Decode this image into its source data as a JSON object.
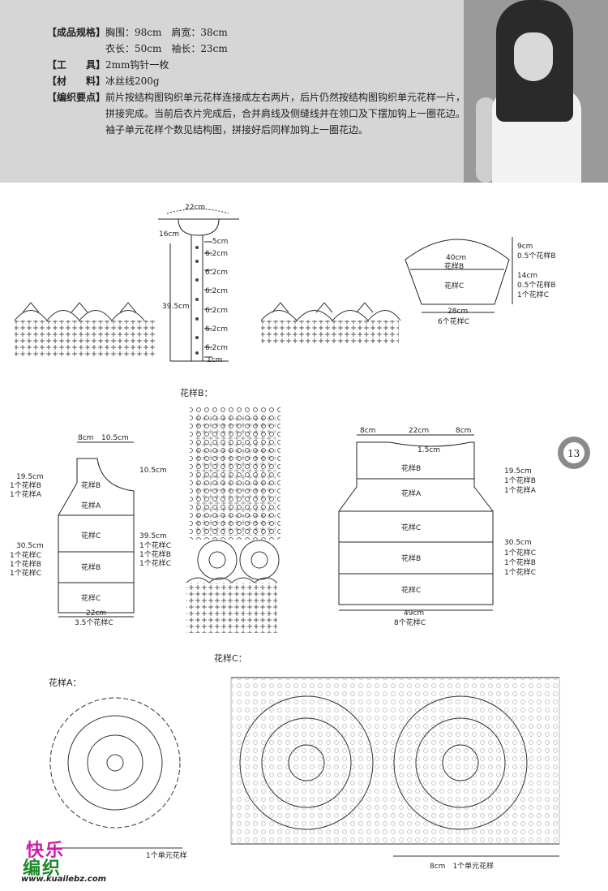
{
  "specs": {
    "size_label": "【成品规格】",
    "size_line1": "胸围：98cm　肩宽：38cm",
    "size_line2": "衣长：50cm　袖长：23cm",
    "tool_label": "【工　　具】",
    "tool_value": "2mm钩针一枚",
    "material_label": "【材　　料】",
    "material_value": "冰丝线200g",
    "notes_label": "【编织要点】",
    "notes_value": "前片按结构图钩织单元花样连接成左右两片，后片仍然按结构图钩织单元花样一片，拼接完成。当前后衣片完成后，合并肩线及侧缝线并在领口及下摆加钩上一圈花边。袖子单元花样个数见结构图，拼接好后同样加钩上一圈花边。"
  },
  "neck_diagram": {
    "top": "22cm",
    "depth": "16cm",
    "d1": "5cm",
    "d2": "6.2cm",
    "d3": "6.2cm",
    "d4": "6.2cm",
    "d5": "6.2cm",
    "d6": "6.2cm",
    "d7": "6.2cm",
    "d8": "1cm",
    "total": "39.5cm"
  },
  "sleeve": {
    "top": "9cm",
    "top_units": "0.5个花样B",
    "mid": "14cm",
    "mid_units1": "0.5个花样B",
    "mid_units2": "1个花样C",
    "width": "40cm",
    "row_b": "花样B",
    "row_c": "花样C",
    "bottom": "28cm",
    "bottom_units": "6个花样C"
  },
  "pattern_b_title": "花样B：",
  "pattern_c_title": "花样C：",
  "pattern_a_title": "花样A：",
  "front": {
    "shoulder": "8cm",
    "neck": "10.5cm",
    "neck_drop": "10.5cm",
    "upper": "19.5cm",
    "upper_b": "1个花样B",
    "upper_a": "1个花样A",
    "lower": "30.5cm",
    "lower_c1": "1个花样C",
    "lower_b": "1个花样B",
    "lower_c2": "1个花样C",
    "side": "39.5cm",
    "side_c1": "1个花样C",
    "side_b": "1个花样B",
    "side_c2": "1个花样C",
    "rows": [
      "花样B",
      "花样A",
      "花样C",
      "花样B",
      "花样C"
    ],
    "bottom": "22cm",
    "bottom_units": "3.5个花样C"
  },
  "back": {
    "left": "8cm",
    "neck": "22cm",
    "right": "8cm",
    "neck_drop": "1.5cm",
    "upper": "19.5cm",
    "upper_b": "1个花样B",
    "upper_a": "1个花样A",
    "lower": "30.5cm",
    "lower_c1": "1个花样C",
    "lower_b": "1个花样B",
    "lower_c2": "1个花样C",
    "rows": [
      "花样B",
      "花样A",
      "花样C",
      "花样B",
      "花样C"
    ],
    "bottom": "49cm",
    "bottom_units": "8个花样C"
  },
  "page_number": "13",
  "unit_a": "1个单元花样",
  "unit_c": "8cm　1个单元花样",
  "logo": {
    "line1": "快乐",
    "line2": "编织",
    "url": "www.kuailebz.com"
  }
}
